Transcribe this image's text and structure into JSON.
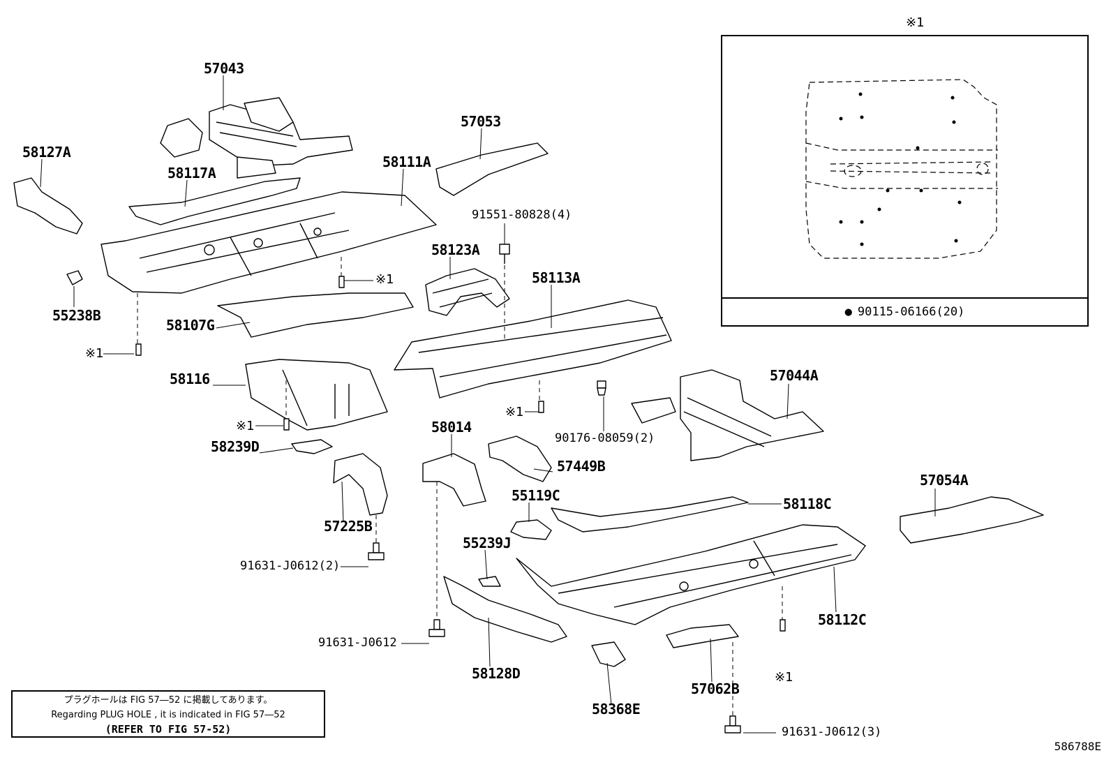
{
  "inset": {
    "mark": "※1",
    "footer_bullet": "●",
    "footer_part": "90115-06166(20)"
  },
  "labels": {
    "p57043": "57043",
    "p58127A": "58127A",
    "p58117A": "58117A",
    "p58111A": "58111A",
    "p57053": "57053",
    "p91551": "91551-80828(4)",
    "p58123A": "58123A",
    "p58113A": "58113A",
    "p55238B": "55238B",
    "p58107G": "58107G",
    "p58116": "58116",
    "p58239D": "58239D",
    "p58014": "58014",
    "p57449B": "57449B",
    "p55119C": "55119C",
    "p57225B": "57225B",
    "p91631a": "91631-J0612(2)",
    "p55239J": "55239J",
    "p91631b": "91631-J0612",
    "p58128D": "58128D",
    "p58368E": "58368E",
    "p57062B": "57062B",
    "p91631c": "91631-J0612(3)",
    "p90176": "90176-08059(2)",
    "p57044A": "57044A",
    "p57054A": "57054A",
    "p58118C": "58118C",
    "p58112C": "58112C"
  },
  "marks": {
    "m1": "※1",
    "m2": "※1",
    "m3": "※1",
    "m4": "※1",
    "m5": "※1",
    "m6": "※1"
  },
  "note": {
    "line1": "プラグホールは FIG 57―52 に掲載してあります。",
    "line2": "Regarding PLUG HOLE , it is indicated in FIG 57―52",
    "line3": "(REFER TO FIG 57-52)"
  },
  "figure_id": "586788E"
}
